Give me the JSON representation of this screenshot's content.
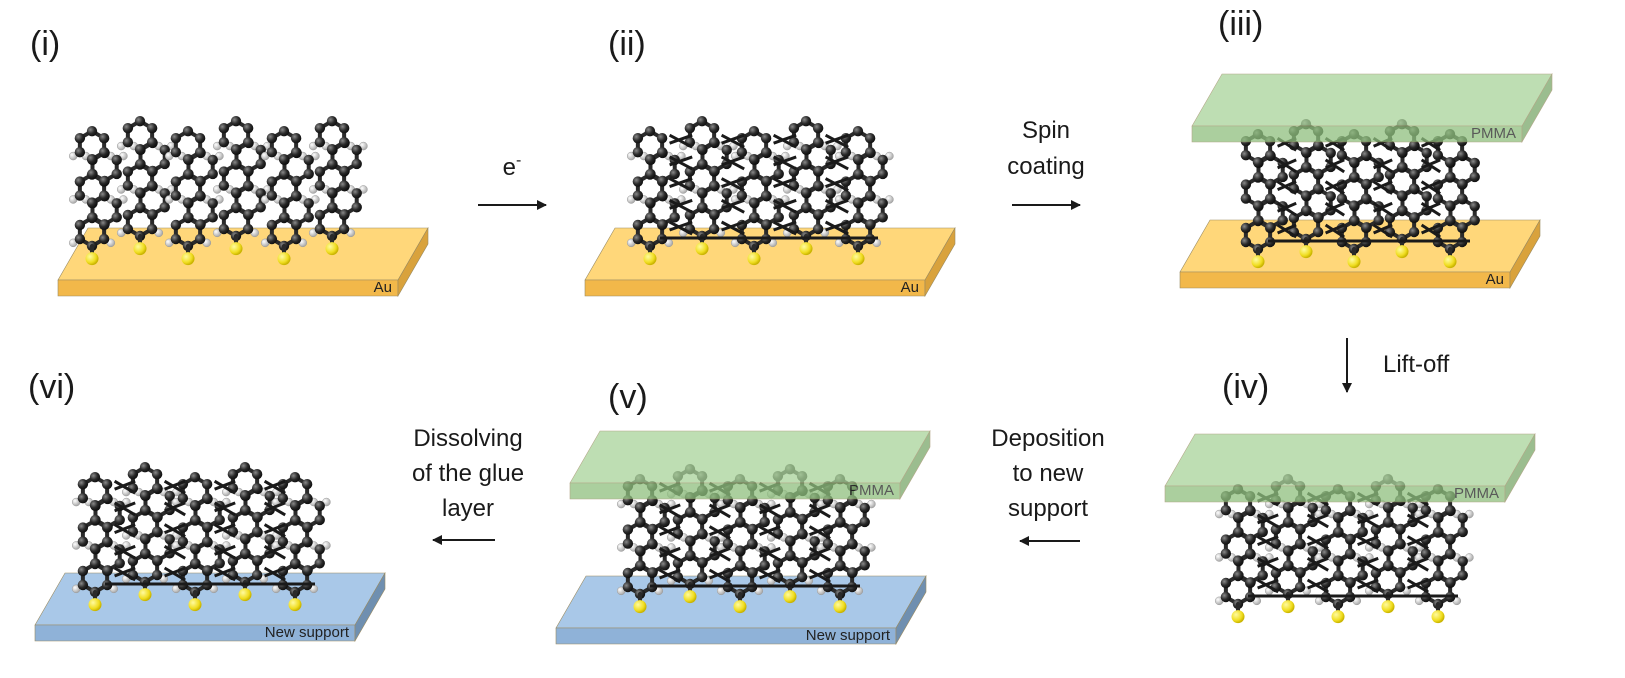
{
  "panels": [
    {
      "id": "i",
      "label": "(i)",
      "substrate": "Au",
      "top_layer": ""
    },
    {
      "id": "ii",
      "label": "(ii)",
      "substrate": "Au",
      "top_layer": ""
    },
    {
      "id": "iii",
      "label": "(iii)",
      "substrate": "Au",
      "top_layer": "PMMA"
    },
    {
      "id": "iv",
      "label": "(iv)",
      "substrate": "",
      "top_layer": "PMMA"
    },
    {
      "id": "v",
      "label": "(v)",
      "substrate": "New support",
      "top_layer": "PMMA"
    },
    {
      "id": "vi",
      "label": "(vi)",
      "substrate": "New support",
      "top_layer": ""
    }
  ],
  "steps": [
    {
      "from": "i",
      "to": "ii",
      "label_lines": [
        "e"
      ],
      "superscript": "-"
    },
    {
      "from": "ii",
      "to": "iii",
      "label_lines": [
        "Spin",
        "coating"
      ]
    },
    {
      "from": "iii",
      "to": "iv",
      "label_lines": [
        "Lift-off"
      ]
    },
    {
      "from": "iv",
      "to": "v",
      "label_lines": [
        "Deposition",
        "to new",
        "support"
      ]
    },
    {
      "from": "v",
      "to": "vi",
      "label_lines": [
        "Dissolving",
        "of the glue",
        "layer"
      ]
    }
  ],
  "colors": {
    "gold_top": "#ffd77a",
    "gold_front": "#f2b84a",
    "gold_side": "#d9a23c",
    "pmma_top": "#a9d39a",
    "pmma_front": "#8fc07e",
    "pmma_side": "#7aa86a",
    "support_top": "#a9c8e8",
    "support_front": "#8fb2d8",
    "support_side": "#6f8fb0",
    "carbon": "#2a2a2a",
    "hydrogen": "#e8e8e8",
    "sulfur": "#f2e22e"
  }
}
